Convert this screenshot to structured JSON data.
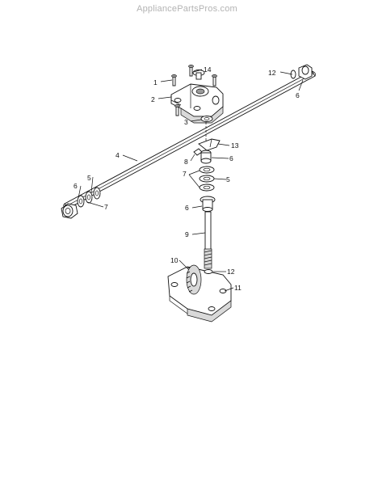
{
  "watermark": "AppliancePartsPros.com",
  "callouts": {
    "c1": "1",
    "c2": "2",
    "c3": "3",
    "c4": "4",
    "c5a": "5",
    "c5b": "5",
    "c6a": "6",
    "c6b": "6",
    "c6c": "6",
    "c6d": "6",
    "c7a": "7",
    "c7b": "7",
    "c8": "8",
    "c9": "9",
    "c10": "10",
    "c11": "11",
    "c12a": "12",
    "c12b": "12",
    "c13": "13",
    "c14": "14"
  }
}
